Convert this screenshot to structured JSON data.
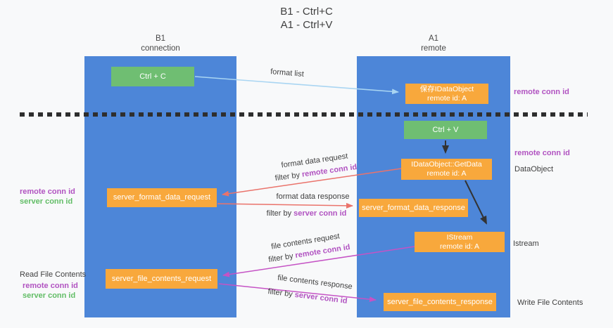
{
  "title": {
    "line1": "B1 - Ctrl+C",
    "line2": "A1 - Ctrl+V"
  },
  "lanes": {
    "left": {
      "name": "B1",
      "subtitle": "connection"
    },
    "right": {
      "name": "A1",
      "subtitle": "remote"
    }
  },
  "boxes": {
    "ctrl_c": "Ctrl + C",
    "ctrl_v": "Ctrl + V",
    "save_idataobject": {
      "line1": "保存IDataObject",
      "line2": "remote id: A"
    },
    "idataobject_getdata": {
      "line1": "IDataObject::GetData",
      "line2": "remote id: A"
    },
    "istream": {
      "line1": "IStream",
      "line2": "remote id: A"
    },
    "server_format_data_request": "server_format_data_request",
    "server_format_data_response": "server_format_data_response",
    "server_file_contents_request": "server_file_contents_request",
    "server_file_contents_response": "server_file_contents_response"
  },
  "side_labels": {
    "remote_conn_id": "remote conn id",
    "server_conn_id": "server conn id",
    "dataobject": "DataObject",
    "istream": "Istream",
    "read_file_contents": "Read File Contents",
    "write_file_contents": "Write File Contents"
  },
  "arrow_labels": {
    "format_list": "format list",
    "format_data_request": "format data request",
    "format_data_response": "format data response",
    "file_contents_request": "file contents request",
    "file_contents_response": "file contents response",
    "filter_remote": {
      "prefix": "filter by ",
      "highlight": "remote conn id"
    },
    "filter_server": {
      "prefix": "filter by ",
      "highlight": "server conn id"
    }
  },
  "colors": {
    "background": "#f8f9fa",
    "lane_blue": "#4d86d8",
    "box_green": "#6fbe72",
    "box_orange": "#f8a83c",
    "purple": "#b153c1",
    "green_label": "#62bd66",
    "arrow_red": "#ea736b",
    "arrow_magenta": "#c553c5",
    "arrow_blue": "#a9d5f2",
    "arrow_black": "#333333",
    "text_dark": "#3f3f3f"
  }
}
